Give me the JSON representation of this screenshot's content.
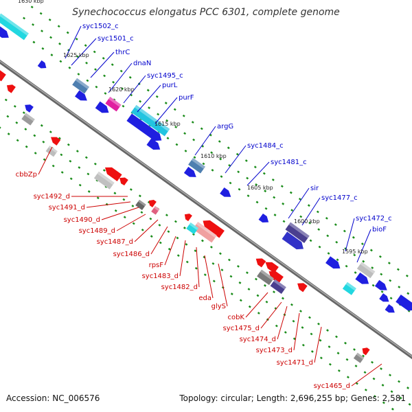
{
  "title": "Synechococcus elongatus PCC 6301, complete genome",
  "footer": {
    "accession": "Accession: NC_006576",
    "topology": "Topology: circular; Length: 2,696,255 bp; Genes: 2,581"
  },
  "colors": {
    "forward_label": "#0000cc",
    "reverse_label": "#cc0000",
    "forward_cds": "#1f1fe0",
    "reverse_cds": "#ee1010",
    "tick": "#1a8c1a",
    "backbone": "#8c8c8c"
  },
  "kbp_ticks": [
    "1630 kbp",
    "1625 kbp",
    "1620 kbp",
    "1615 kbp",
    "1610 kbp",
    "1605 kbp",
    "1600 kbp",
    "1595 kbp"
  ],
  "forward_genes": [
    "syc1502_c",
    "syc1501_c",
    "thrC",
    "dnaN",
    "syc1495_c",
    "purL",
    "purF",
    "argG",
    "syc1484_c",
    "syc1481_c",
    "sir",
    "syc1477_c",
    "syc1472_c",
    "bioF"
  ],
  "reverse_genes": [
    "cbbZp",
    "syc1492_d",
    "syc1491_d",
    "syc1490_d",
    "syc1489_d",
    "syc1487_d",
    "syc1486_d",
    "rpsF",
    "syc1483_d",
    "syc1482_d",
    "eda",
    "glyS",
    "cobK",
    "syc1475_d",
    "syc1474_d",
    "syc1473_d",
    "syc1471_d",
    "syc1465_d"
  ]
}
